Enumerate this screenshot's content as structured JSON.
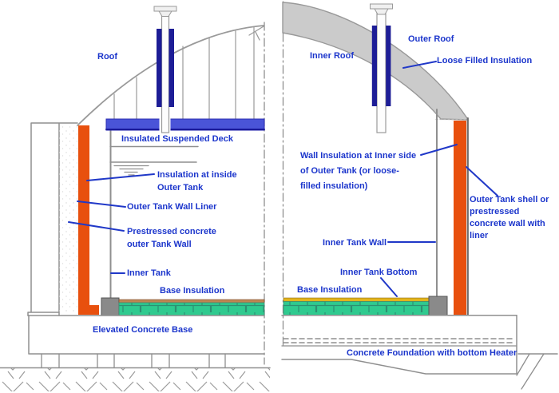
{
  "figure": {
    "type": "lng-tank-cross-section-diagram",
    "left_section": {
      "labels": {
        "roof": "Roof",
        "suspended_deck": "Insulated Suspended Deck",
        "inside_insulation": "Insulation at inside\nOuter Tank",
        "wall_liner": "Outer Tank Wall Liner",
        "prestressed_wall": "Prestressed concrete\nouter Tank Wall",
        "inner_tank": "Inner Tank",
        "base_insulation": "Base Insulation",
        "elevated_base": "Elevated Concrete Base"
      }
    },
    "right_section": {
      "labels": {
        "inner_roof": "Inner Roof",
        "outer_roof": "Outer Roof",
        "loose_insulation": "Loose Filled Insulation",
        "wall_insulation": "Wall Insulation at Inner side\nof Outer Tank (or loose-\nfilled insulation)",
        "inner_tank_wall": "Inner Tank Wall",
        "inner_tank_bottom": "Inner Tank Bottom",
        "base_insulation": "Base Insulation",
        "outer_shell": "Outer Tank shell or\nprestressed\nconcrete wall with\nliner",
        "foundation": "Concrete Foundation with bottom Heater"
      }
    },
    "colors": {
      "label_blue": "#1c36cc",
      "leader_blue": "#2038c8",
      "insulation_orange": "#e8500e",
      "deck_blue": "#4a54d8",
      "column_navy": "#1d1d96",
      "loose_fill_gray": "#cbcbcb",
      "base_brick_green": "#2fca8f",
      "felt_tan": "#c08552",
      "sand_yellow": "#e2b31c",
      "block_gray": "#8a8a8a",
      "line_gray": "#8f8f8f"
    }
  }
}
